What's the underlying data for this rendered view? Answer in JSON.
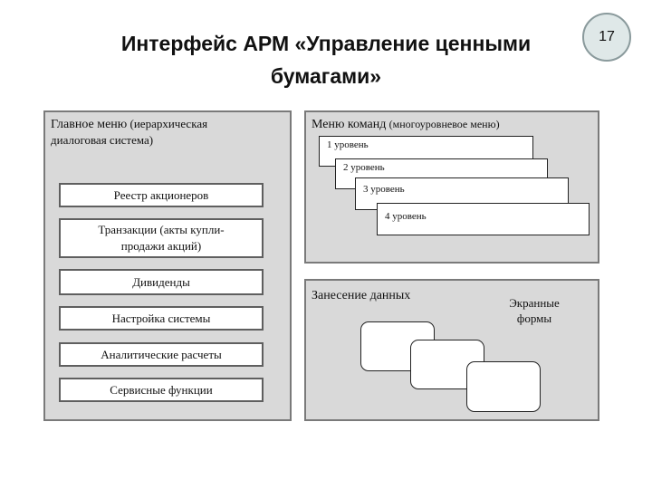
{
  "slide_number": "17",
  "title": {
    "line1": "Интерфейс АРМ «Управление ценными",
    "line2": "бумагами»"
  },
  "main_menu": {
    "heading": "Главное меню",
    "note_line1": "(иерархическая",
    "note_line2": "диалоговая система)",
    "items": [
      "Реестр акционеров",
      "Транзакции (акты купли-",
      "продажи акций)",
      "Дивиденды",
      "Настройка системы",
      "Аналитические расчеты",
      "Сервисные функции"
    ]
  },
  "command_menu": {
    "heading": "Меню команд",
    "note": "(многоуровневое меню)",
    "levels": [
      "1 уровень",
      "2 уровень",
      "3 уровень",
      "4 уровень"
    ]
  },
  "data_entry": {
    "label": "Занесение данных",
    "forms_label_line1": "Экранные",
    "forms_label_line2": "формы"
  }
}
